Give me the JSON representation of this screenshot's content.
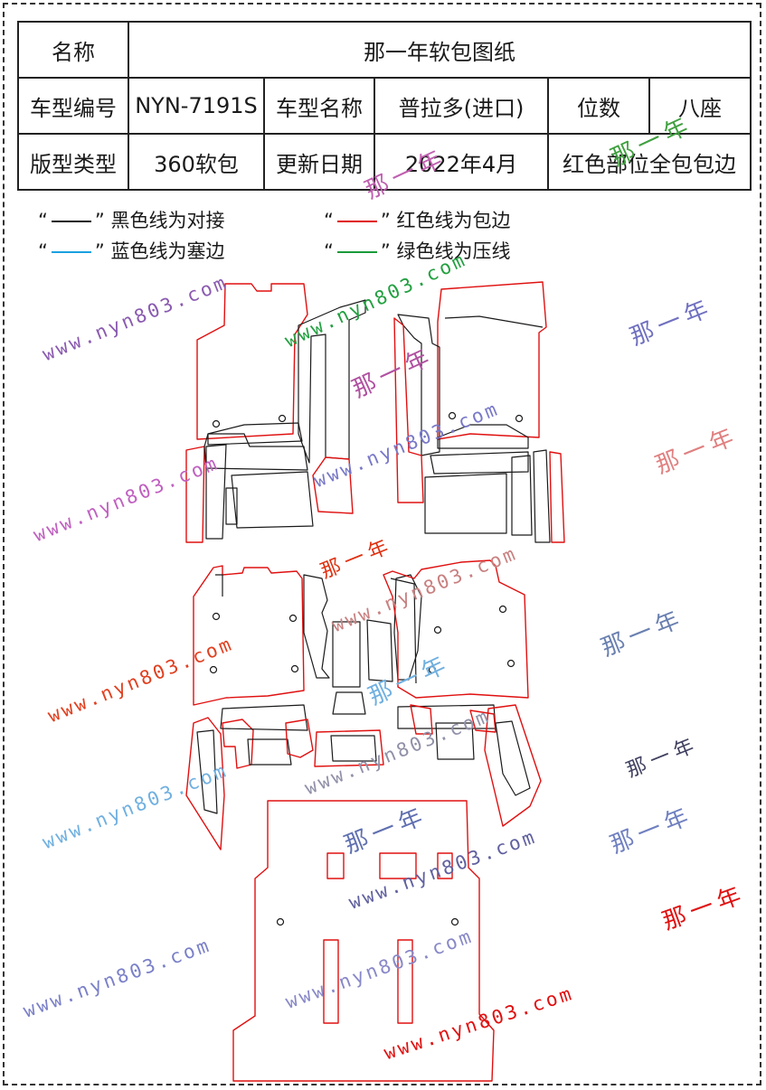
{
  "header": {
    "name_label": "名称",
    "name_value": "那一年软包图纸",
    "model_code_label": "车型编号",
    "model_code_value": "NYN-7191S",
    "model_name_label": "车型名称",
    "model_name_value": "普拉多(进口)",
    "seats_label": "位数",
    "seats_value": "八座",
    "type_label": "版型类型",
    "type_value": "360软包",
    "date_label": "更新日期",
    "date_value": "2022年4月",
    "note_value": "红色部位全包包边"
  },
  "legend": {
    "open_quote": "“",
    "close_quote": "”",
    "black": "黑色线为对接",
    "red": "红色线为包边",
    "blue": "蓝色线为塞边",
    "green": "绿色线为压线",
    "colors": {
      "black": "#1a1a1a",
      "red": "#e01010",
      "blue": "#1aa0e0",
      "green": "#1a9a3a"
    }
  },
  "watermarks": {
    "url": "www.nyn803.com",
    "brand": "那一年"
  }
}
